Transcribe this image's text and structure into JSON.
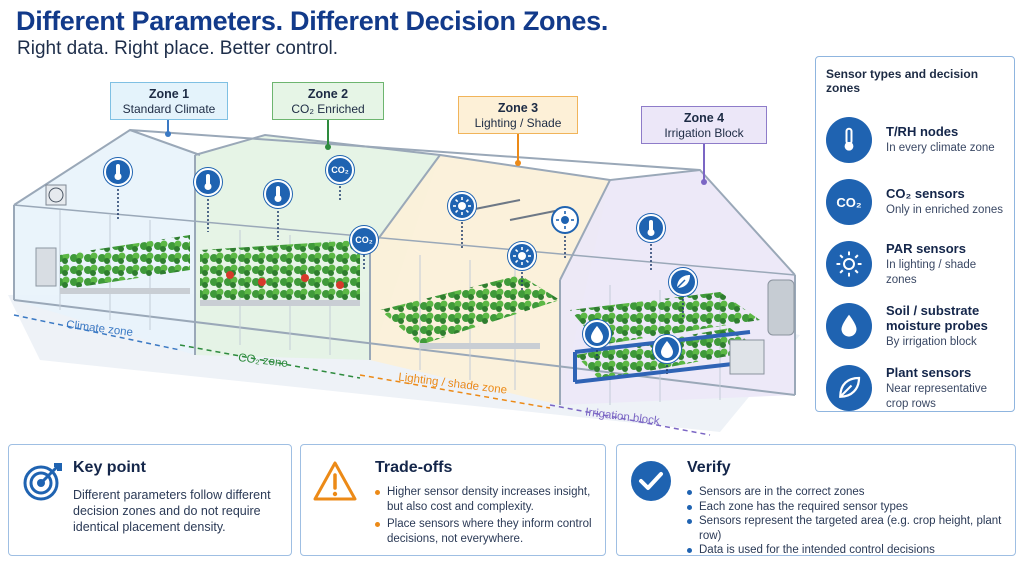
{
  "header": {
    "title": "Different Parameters. Different Decision Zones.",
    "subtitle": "Right data. Right place. Better control."
  },
  "zones": [
    {
      "name": "Zone 1",
      "desc": "Standard Climate",
      "range_label": "Climate zone",
      "color": "#3a79c4"
    },
    {
      "name": "Zone 2",
      "desc": "CO₂ Enriched",
      "range_label": "CO₂ zone",
      "color": "#2e8b3e"
    },
    {
      "name": "Zone 3",
      "desc": "Lighting / Shade",
      "range_label": "Lighting / shade zone",
      "color": "#ec8a17"
    },
    {
      "name": "Zone 4",
      "desc": "Irrigation Block",
      "range_label": "Irrigation block",
      "color": "#7b66c4"
    }
  ],
  "sensor_icon_text": {
    "co2": "CO₂"
  },
  "legend": {
    "title": "Sensor types and decision zones",
    "items": [
      {
        "name": "T/RH nodes",
        "desc": "In every climate zone",
        "icon": "thermometer-icon"
      },
      {
        "name": "CO₂ sensors",
        "desc": "Only in enriched zones",
        "icon": "co2-icon",
        "glyph": "CO₂"
      },
      {
        "name": "PAR sensors",
        "desc": "In lighting / shade zones",
        "icon": "sun-icon"
      },
      {
        "name": "Soil / substrate",
        "name2": "moisture probes",
        "desc": "By irrigation block",
        "icon": "water-drop-icon"
      },
      {
        "name": "Plant sensors",
        "desc": "Near representative",
        "desc2": "crop rows",
        "icon": "leaf-icon"
      }
    ]
  },
  "cards": {
    "key_point": {
      "title": "Key point",
      "body": [
        "Different parameters follow different",
        "decision zones and do not require",
        "identical placement density."
      ]
    },
    "tradeoffs": {
      "title": "Trade-offs",
      "items": [
        "Higher sensor density increases insight, but also cost and complexity.",
        "Place sensors where they inform control decisions, not everywhere."
      ]
    },
    "verify": {
      "title": "Verify",
      "items": [
        "Sensors are in the correct zones",
        "Each zone has the required sensor types",
        "Sensors represent the targeted area (e.g. crop height, plant row)",
        "Data is used for the intended control decisions"
      ]
    }
  },
  "colors": {
    "brand": "#123a8a",
    "sensor_blue": "#1f63b1",
    "card_border": "#9fbfe3"
  }
}
